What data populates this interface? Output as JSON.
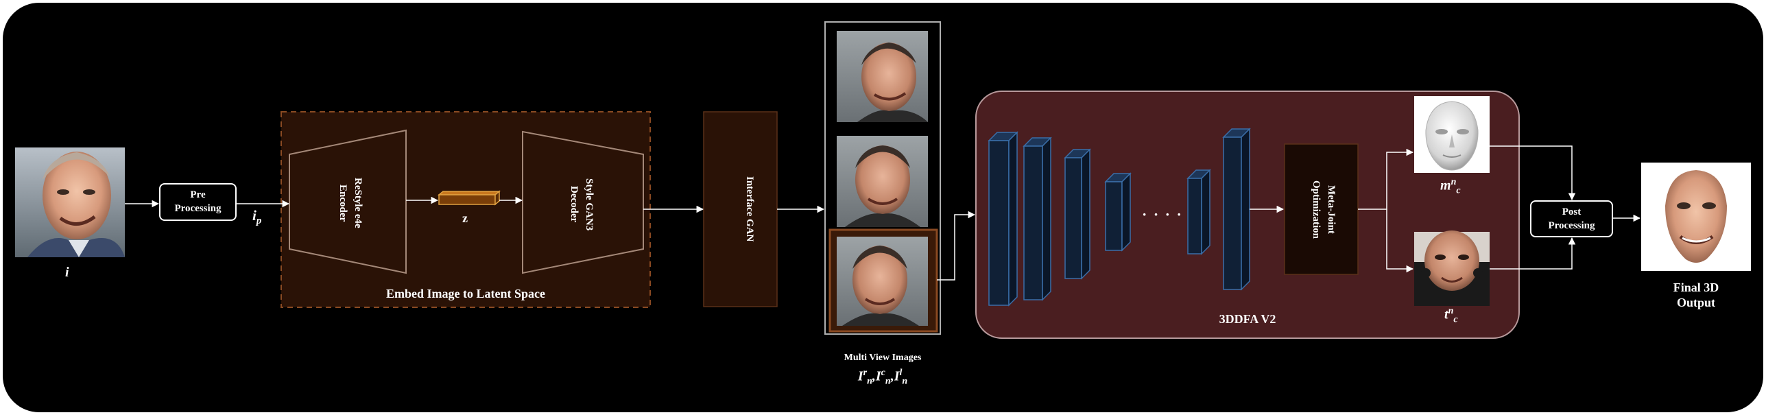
{
  "colors": {
    "background": "#000000",
    "frame_border": "#ffffff",
    "embed_box_fill": "#2a1206",
    "embed_box_border": "#8a4a22",
    "interface_box_fill": "#2a1206",
    "ddfa_fill": "#4a1e20",
    "ddfa_border": "#b89a9c",
    "layer_fill": "#102036",
    "layer_border": "#3a6ea8",
    "latent_fill": "#7a3e08",
    "latent_border": "#e0a040",
    "arrow": "#ffffff"
  },
  "input": {
    "symbol": "i"
  },
  "pre_processing": {
    "line1": "Pre",
    "line2": "Processing"
  },
  "ip": {
    "base": "i",
    "sub": "p"
  },
  "embed": {
    "encoder": "ReStyle e4e Encoder",
    "decoder": "Style GAN3 Decoder",
    "latent": "z",
    "caption": "Embed Image to Latent Space"
  },
  "interface_gan": {
    "label": "Interface GAN"
  },
  "multi_view": {
    "title": "Multi View Images",
    "formula": {
      "b1": "I",
      "sup1": "r",
      "sub1": "n",
      "b2": "I",
      "sup2": "c",
      "sub2": "n",
      "b3": "I",
      "sup3": "l",
      "sub3": "n",
      "sep": ","
    }
  },
  "ddfa": {
    "caption": "3DDFA V2",
    "ellipsis": "· · · ·",
    "meta_joint": "Meta-Joint Optimization"
  },
  "mesh_label": {
    "base": "m",
    "sup": "n",
    "sub": "c"
  },
  "texture_label": {
    "base": "t",
    "sup": "n",
    "sub": "c"
  },
  "post_processing": {
    "line1": "Post",
    "line2": "Processing"
  },
  "final": {
    "line1": "Final 3D",
    "line2": "Output"
  },
  "icons": [
    "face-photo-icon",
    "face-mesh-icon",
    "face-texture-icon",
    "final-face-icon"
  ]
}
